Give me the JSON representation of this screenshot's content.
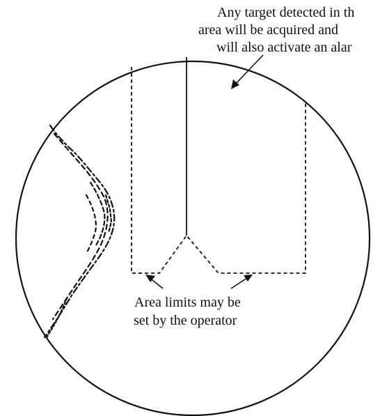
{
  "annotations": {
    "acquire_area": {
      "lines": [
        "Any target detected in th",
        "area will be acquired and",
        "will also activate an alar"
      ]
    },
    "area_limits": {
      "lines": [
        "Area limits may be",
        "set by the operator"
      ]
    }
  },
  "colors": {
    "ink": "#111111",
    "background": "#ffffff"
  }
}
